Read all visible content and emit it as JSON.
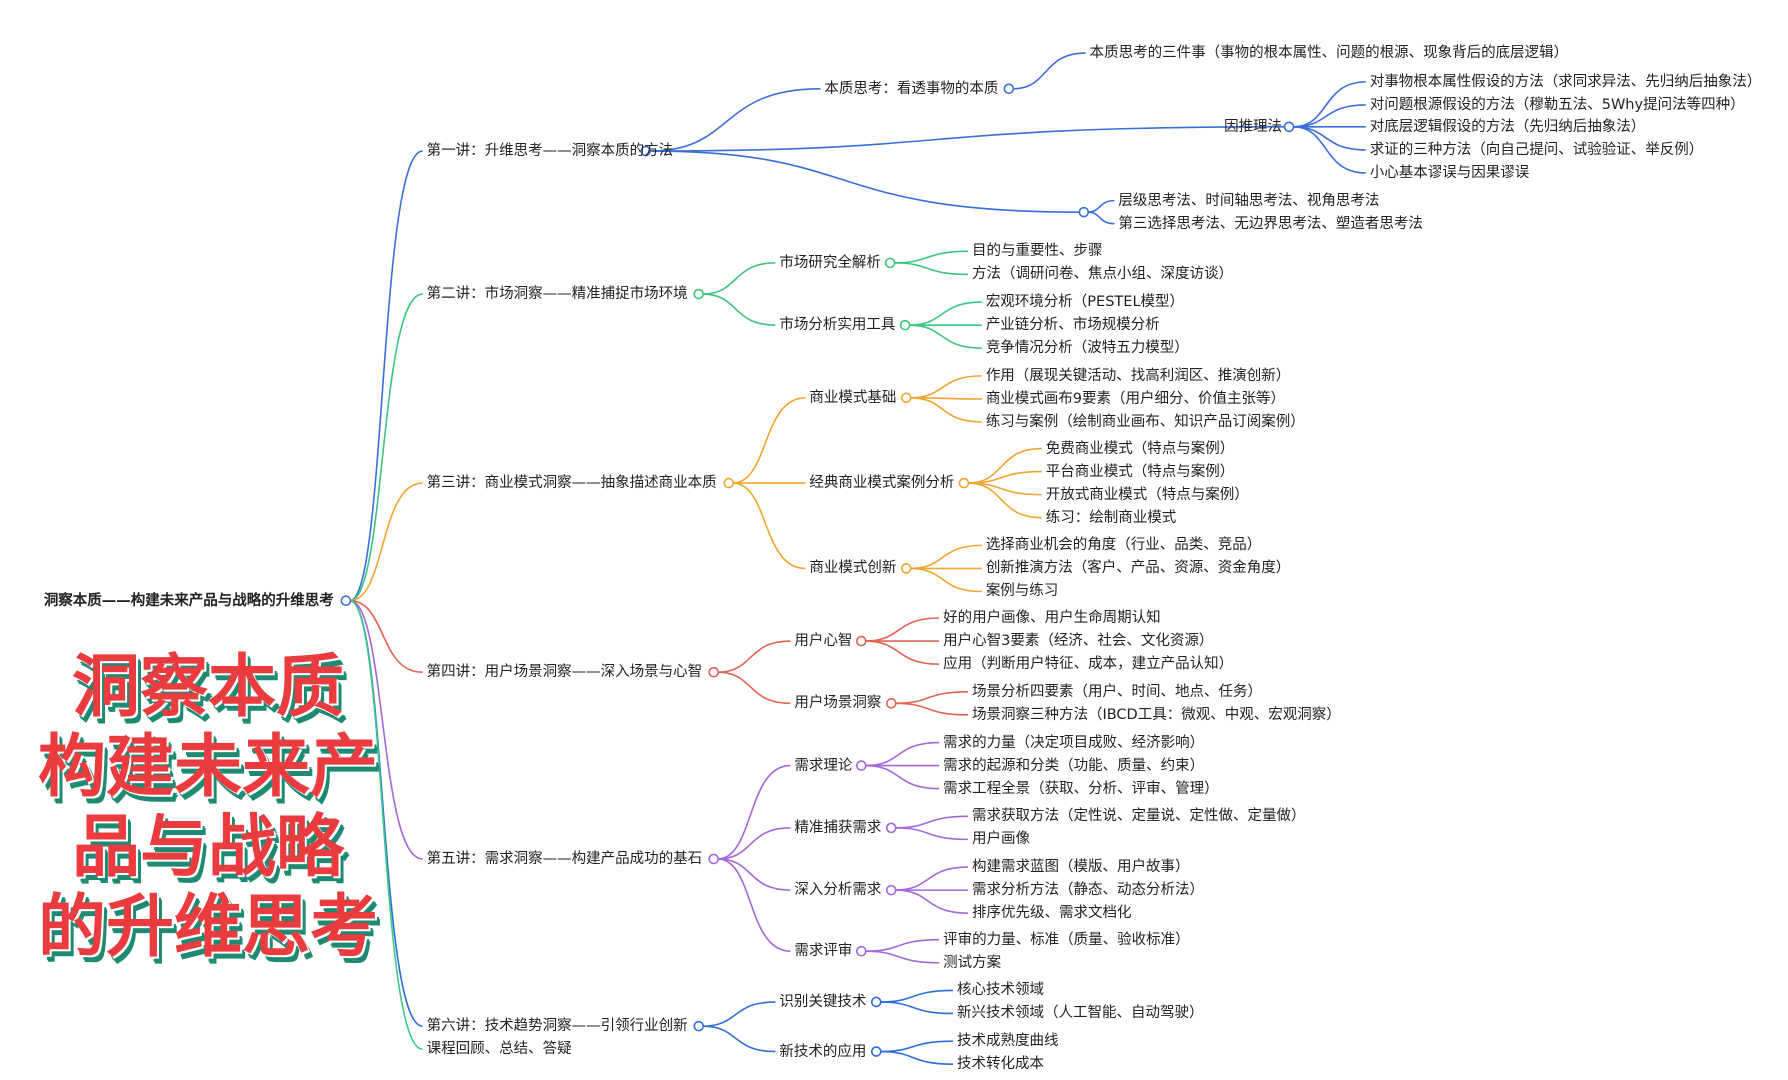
{
  "overlay_title": [
    "洞察本质",
    "构建未来产品与战略",
    "的升维思考"
  ],
  "colors": {
    "branch1": "#3a6fd8",
    "branch2": "#3cc57e",
    "branch3": "#f0a530",
    "branch4": "#e06355",
    "branch5": "#a566d8",
    "branch6": "#2e6fd6",
    "branch7": "#3ec98a",
    "root": "#3a6fd8",
    "text": "#222222",
    "title_fill": "#ea3b3f",
    "title_shadow": "#1f8a73"
  },
  "mindmap": {
    "root": "洞察本质——构建未来产品与战略的升维思考",
    "branches": [
      {
        "label": "第一讲：升维思考——洞察本质的方法",
        "children": [
          {
            "label": "本质思考：看透事物的本质",
            "children": [
              "本质思考的三件事（事物的根本属性、问题的根源、现象背后的底层逻辑）"
            ]
          },
          {
            "label": "因推理法",
            "children": [
              "对事物根本属性假设的方法（求同求异法、先归纳后抽象法）",
              "对问题根源假设的方法（穆勒五法、5Why提问法等四种）",
              "对底层逻辑假设的方法（先归纳后抽象法）",
              "求证的三种方法（向自己提问、试验验证、举反例）",
              "小心基本谬误与因果谬误"
            ]
          },
          {
            "label": "",
            "children": [
              "层级思考法、时间轴思考法、视角思考法",
              "第三选择思考法、无边界思考法、塑造者思考法"
            ]
          }
        ]
      },
      {
        "label": "第二讲：市场洞察——精准捕捉市场环境",
        "children": [
          {
            "label": "市场研究全解析",
            "children": [
              "目的与重要性、步骤",
              "方法（调研问卷、焦点小组、深度访谈）"
            ]
          },
          {
            "label": "市场分析实用工具",
            "children": [
              "宏观环境分析（PESTEL模型）",
              "产业链分析、市场规模分析",
              "竞争情况分析（波特五力模型）"
            ]
          }
        ]
      },
      {
        "label": "第三讲：商业模式洞察——抽象描述商业本质",
        "children": [
          {
            "label": "商业模式基础",
            "children": [
              "作用（展现关键活动、找高利润区、推演创新）",
              "商业模式画布9要素（用户细分、价值主张等）",
              "练习与案例（绘制商业画布、知识产品订阅案例）"
            ]
          },
          {
            "label": "经典商业模式案例分析",
            "children": [
              "免费商业模式（特点与案例）",
              "平台商业模式（特点与案例）",
              "开放式商业模式（特点与案例）",
              "练习：绘制商业模式"
            ]
          },
          {
            "label": "商业模式创新",
            "children": [
              "选择商业机会的角度（行业、品类、竞品）",
              "创新推演方法（客户、产品、资源、资金角度）",
              "案例与练习"
            ]
          }
        ]
      },
      {
        "label": "第四讲：用户场景洞察——深入场景与心智",
        "children": [
          {
            "label": "用户心智",
            "children": [
              "好的用户画像、用户生命周期认知",
              "用户心智3要素（经济、社会、文化资源）",
              "应用（判断用户特征、成本，建立产品认知）"
            ]
          },
          {
            "label": "用户场景洞察",
            "children": [
              "场景分析四要素（用户、时间、地点、任务）",
              "场景洞察三种方法（IBCD工具：微观、中观、宏观洞察）"
            ]
          }
        ]
      },
      {
        "label": "第五讲：需求洞察——构建产品成功的基石",
        "children": [
          {
            "label": "需求理论",
            "children": [
              "需求的力量（决定项目成败、经济影响）",
              "需求的起源和分类（功能、质量、约束）",
              "需求工程全景（获取、分析、评审、管理）"
            ]
          },
          {
            "label": "精准捕获需求",
            "children": [
              "需求获取方法（定性说、定量说、定性做、定量做）",
              "用户画像"
            ]
          },
          {
            "label": "深入分析需求",
            "children": [
              "构建需求蓝图（模版、用户故事）",
              "需求分析方法（静态、动态分析法）",
              "排序优先级、需求文档化"
            ]
          },
          {
            "label": "需求评审",
            "children": [
              "评审的力量、标准（质量、验收标准）",
              "测试方案"
            ]
          }
        ]
      },
      {
        "label": "第六讲：技术趋势洞察——引领行业创新",
        "children": [
          {
            "label": "识别关键技术",
            "children": [
              "核心技术领域",
              "新兴技术领域（人工智能、自动驾驶）"
            ]
          },
          {
            "label": "新技术的应用",
            "children": [
              "技术成熟度曲线",
              "技术转化成本"
            ]
          }
        ]
      },
      {
        "label": "课程回顾、总结、答疑",
        "children": []
      }
    ]
  }
}
